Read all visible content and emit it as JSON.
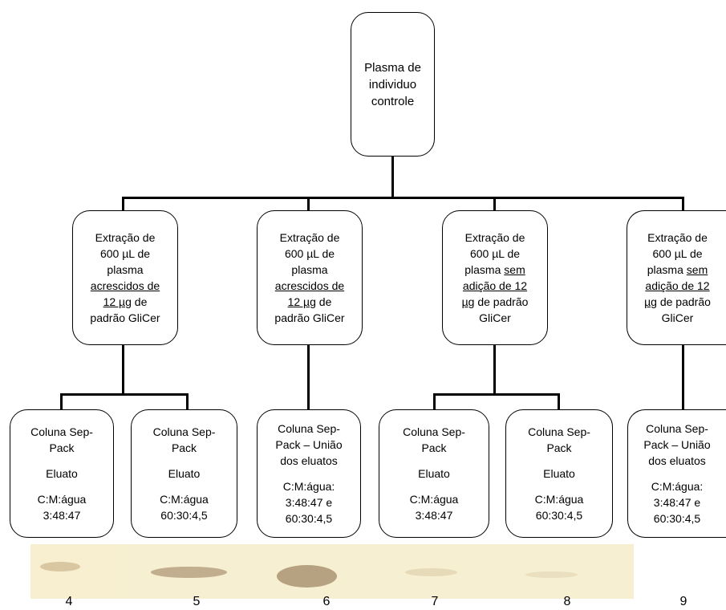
{
  "root": {
    "lines": [
      "Plasma de",
      "individuo",
      "controle"
    ]
  },
  "extractions": [
    {
      "l1": "Extração de",
      "l2": "600 µL de",
      "l3": "plasma",
      "u1": "acrescidos de",
      "u2": "12 µg",
      "t2": " de",
      "l4": "padrão GliCer"
    },
    {
      "l1": "Extração de",
      "l2": "600 µL de",
      "l3": "plasma",
      "u1": "acrescidos de",
      "u2": "12 µg",
      "t2": " de",
      "l4": "padrão GliCer"
    },
    {
      "l1": "Extração de",
      "l2": "600 µL de",
      "l3a": "plasma ",
      "u1": "sem",
      "u2": "adição  de 12",
      "u3": "µg",
      "t3": " de padrão",
      "l4": "GliCer"
    },
    {
      "l1": "Extração de",
      "l2": "600 µL de",
      "l3a": "plasma ",
      "u1": "sem",
      "u2": "adição de 12",
      "u3": "µg",
      "t3": " de padrão",
      "l4": "GliCer"
    }
  ],
  "columns": [
    {
      "l1": "Coluna Sep-",
      "l2": "Pack",
      "l3": "Eluato",
      "l4": "C:M:água",
      "l5": "3:48:47"
    },
    {
      "l1": "Coluna Sep-",
      "l2": "Pack",
      "l3": "Eluato",
      "l4": "C:M:água",
      "l5": "60:30:4,5"
    },
    {
      "l1": "Coluna Sep-",
      "l2": "Pack – União",
      "l3": "dos eluatos",
      "l4": "C:M:água:",
      "l5": "3:48:47 e",
      "l6": "60:30:4,5"
    },
    {
      "l1": "Coluna Sep-",
      "l2": "Pack",
      "l3": "Eluato",
      "l4": "C:M:água",
      "l5": "3:48:47"
    },
    {
      "l1": "Coluna Sep-",
      "l2": "Pack",
      "l3": "Eluato",
      "l4": "C:M:água",
      "l5": "60:30:4,5"
    },
    {
      "l1": "Coluna Sep-",
      "l2": "Pack – União",
      "l3": "dos eluatos",
      "l4": "C:M:água:",
      "l5": "3:48:47 e",
      "l6": "60:30:4,5"
    }
  ],
  "lanes": [
    "4",
    "5",
    "6",
    "7",
    "8",
    "9"
  ],
  "colors": {
    "gel_background": "#f6efd2",
    "band": "#c9b48a"
  }
}
